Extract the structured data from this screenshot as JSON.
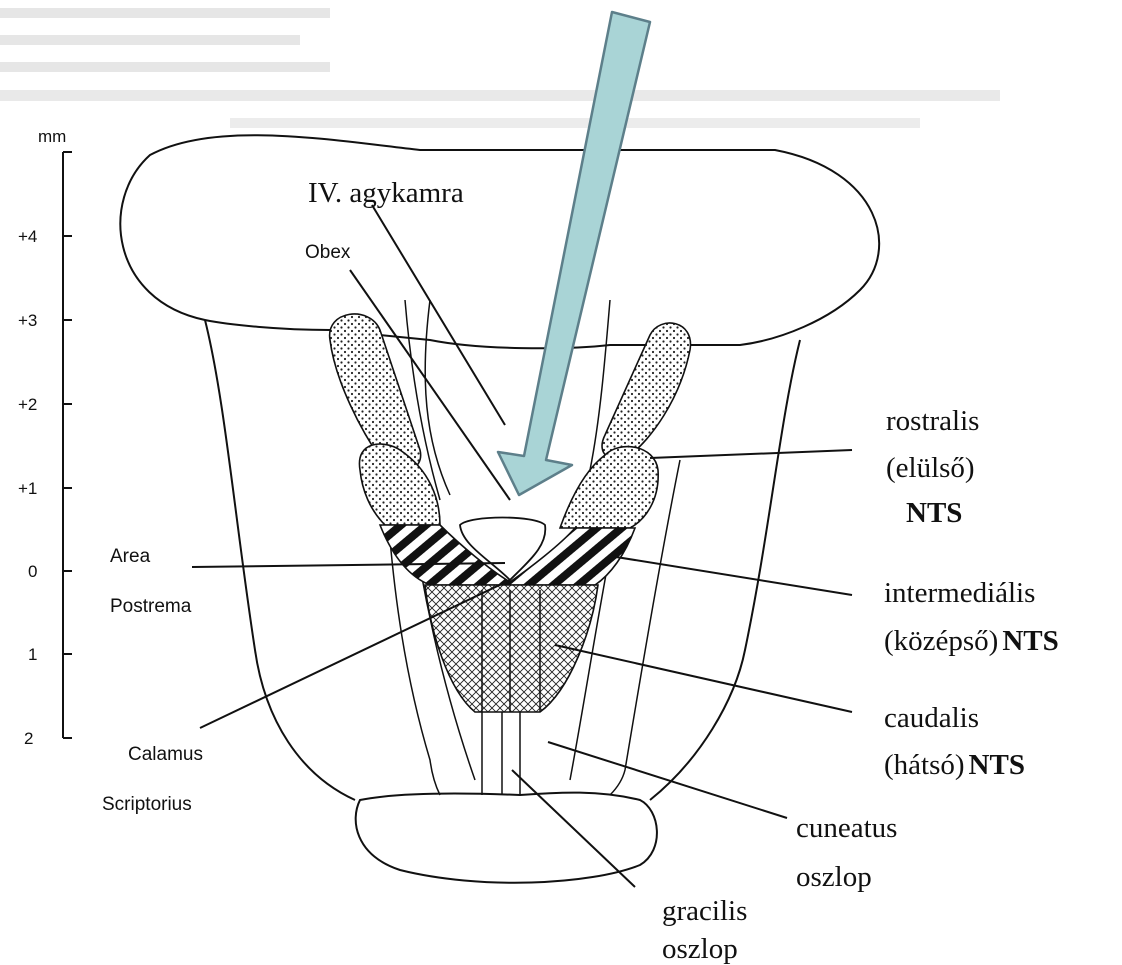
{
  "scale": {
    "unit": "mm",
    "ticks": [
      "+4",
      "+3",
      "+2",
      "+1",
      "0",
      "1",
      "2"
    ]
  },
  "labels": {
    "ventricle": "IV. agykamra",
    "obex": "Obex",
    "area_postrema_1": "Area",
    "area_postrema_2": "Postrema",
    "calamus_1": "Calamus",
    "calamus_2": "Scriptorius",
    "rostral_1": "rostralis",
    "rostral_2": "(elülső)",
    "rostral_3": "NTS",
    "intermediate_1": "intermediális",
    "intermediate_2": "(középső)",
    "intermediate_3": "NTS",
    "caudal_1": "caudalis",
    "caudal_2": "(hátsó)",
    "caudal_3": "NTS",
    "cuneatus_1": "cuneatus",
    "cuneatus_2": "oszlop",
    "gracilis_1": "gracilis",
    "gracilis_2": "oszlop"
  },
  "colors": {
    "arrow_fill": "#a9d4d6",
    "arrow_stroke": "#5d7f8a",
    "line": "#111111"
  }
}
